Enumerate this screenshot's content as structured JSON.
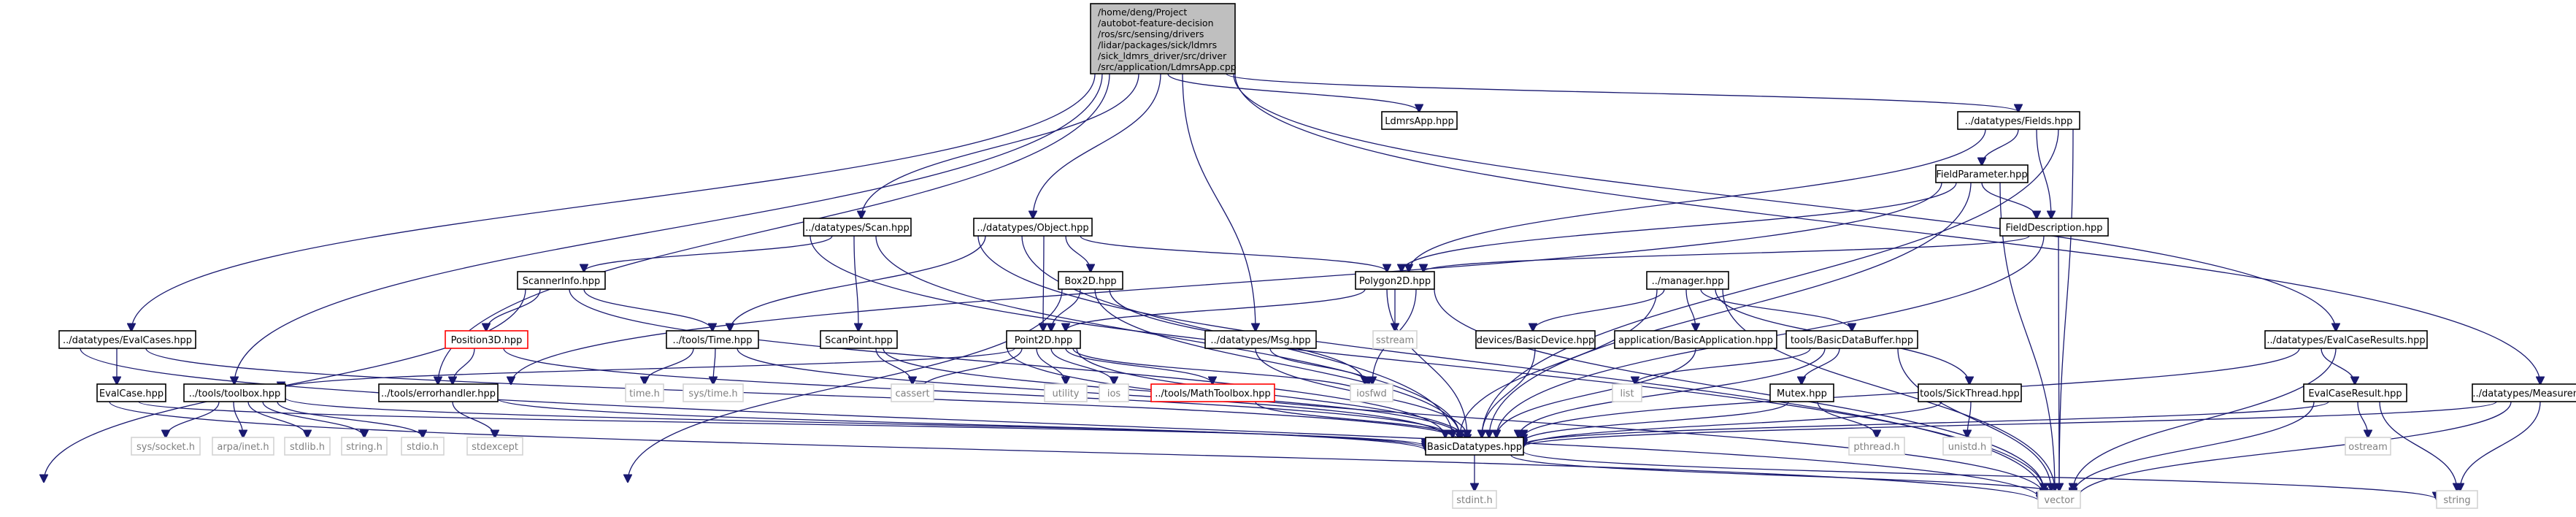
{
  "graph": {
    "root": {
      "lines": [
        "/home/deng/Project",
        "/autobot-feature-decision",
        "/ros/src/sensing/drivers",
        "/lidar/packages/sick/ldmrs",
        "/sick_ldmrs_driver/src/driver",
        "/src/application/LdmrsApp.cpp"
      ]
    },
    "nodes": {
      "ldmrsapp": "LdmrsApp.hpp",
      "fields": "../datatypes/Fields.hpp",
      "evalcases": "../datatypes/EvalCases.hpp",
      "toolbox": "../tools/toolbox.hpp",
      "errorhandler": "../tools/errorhandler.hpp",
      "scan": "../datatypes/Scan.hpp",
      "object": "../datatypes/Object.hpp",
      "msg": "../datatypes/Msg.hpp",
      "evalcaseresults": "../datatypes/EvalCaseResults.hpp",
      "measurement": "../datatypes/Measurement.hpp",
      "fieldparameter": "FieldParameter.hpp",
      "fielddescription": "FieldDescription.hpp",
      "manager": "../manager.hpp",
      "scannerinfo": "ScannerInfo.hpp",
      "polygon2d": "Polygon2D.hpp",
      "box2d": "Box2D.hpp",
      "position3d": "Position3D.hpp",
      "time": "../tools/Time.hpp",
      "scanpoint": "ScanPoint.hpp",
      "point2d": "Point2D.hpp",
      "evalcase": "EvalCase.hpp",
      "basicdevice": "devices/BasicDevice.hpp",
      "basicapplication": "application/BasicApplication.hpp",
      "basicdatabuffer": "tools/BasicDataBuffer.hpp",
      "mutex": "Mutex.hpp",
      "sickthread": "tools/SickThread.hpp",
      "evalcaseresult": "EvalCaseResult.hpp",
      "mathtoolbox": "../tools/MathToolbox.hpp",
      "basicdatatypes": "BasicDatatypes.hpp",
      "sstream": "sstream",
      "iosfwd": "iosfwd",
      "cassert": "cassert",
      "utility": "utility",
      "ios": "ios",
      "time_h": "time.h",
      "sys_time_h": "sys/time.h",
      "sys_socket_h": "sys/socket.h",
      "arpa_inet_h": "arpa/inet.h",
      "stdlib_h": "stdlib.h",
      "string_h": "string.h",
      "stdio_h": "stdio.h",
      "stdexcept": "stdexcept",
      "list": "list",
      "pthread_h": "pthread.h",
      "unistd_h": "unistd.h",
      "ostream": "ostream",
      "vector": "vector",
      "string": "string",
      "stdint_h": "stdint.h"
    }
  }
}
